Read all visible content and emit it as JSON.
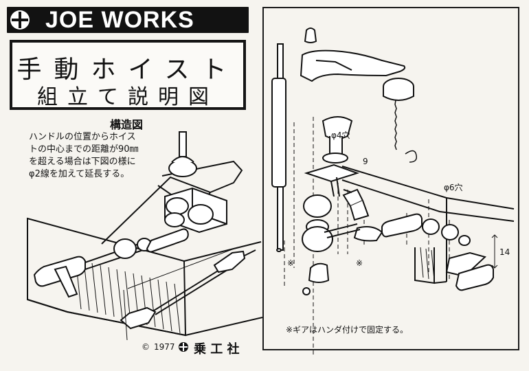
{
  "brand": {
    "name": "JOE WORKS"
  },
  "title": {
    "line1": "手動ホイスト",
    "line2": "組立て説明図"
  },
  "left": {
    "section_title": "構造図",
    "note": "ハンドルの位置からホイス\nトの中心までの距離が90㎜\nを超える場合は下図の様に\nφ2線を加えて延長する。"
  },
  "right": {
    "labels": {
      "hole_4": "φ4穴",
      "hole_6": "φ6穴",
      "num_9": "9",
      "dim_14": "14",
      "star": "※"
    },
    "footnote": "※ギアはハンダ付けで固定する。"
  },
  "footer": {
    "year": "1977",
    "copyright_symbol": "©",
    "publisher": "乗 工 社"
  }
}
